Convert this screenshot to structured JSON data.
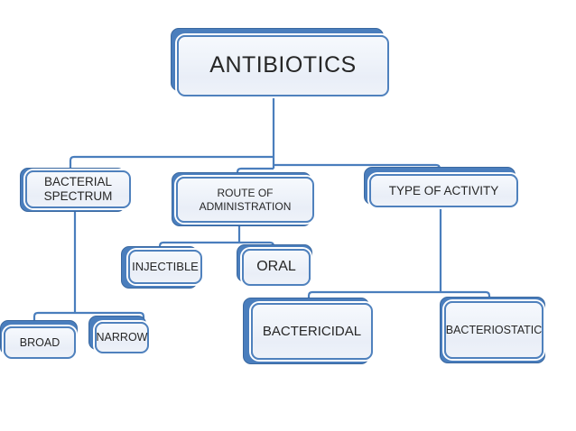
{
  "diagram": {
    "type": "hierarchy-flowchart",
    "title": "ANTIBIOTICS",
    "colors": {
      "accent": "#4a7ebd",
      "accent_dark": "#3a68a0",
      "node_fill": "#eef2f9",
      "node_ring": "#ffffff",
      "text": "#262626",
      "background": "#ffffff"
    },
    "nodes": {
      "antibiotics": {
        "label": "ANTIBIOTICS"
      },
      "bacterial_spectrum": {
        "label": "BACTERIAL SPECTRUM"
      },
      "route_of_administration": {
        "label": "ROUTE OF ADMINISTRATION"
      },
      "type_of_activity": {
        "label": "TYPE OF ACTIVITY"
      },
      "injectible": {
        "label": "INJECTIBLE"
      },
      "oral": {
        "label": "ORAL"
      },
      "broad": {
        "label": "BROAD"
      },
      "narrow": {
        "label": "NARROW"
      },
      "bactericidal": {
        "label": "BACTERICIDAL"
      },
      "bacteriostatic": {
        "label": "BACTERIOSTATIC"
      }
    },
    "edges": [
      {
        "from": "ANTIBIOTICS",
        "to": "BACTERIAL SPECTRUM"
      },
      {
        "from": "ANTIBIOTICS",
        "to": "ROUTE OF ADMINISTRATION"
      },
      {
        "from": "ANTIBIOTICS",
        "to": "TYPE OF ACTIVITY"
      },
      {
        "from": "BACTERIAL SPECTRUM",
        "to": "BROAD"
      },
      {
        "from": "BACTERIAL SPECTRUM",
        "to": "NARROW"
      },
      {
        "from": "ROUTE OF ADMINISTRATION",
        "to": "INJECTIBLE"
      },
      {
        "from": "ROUTE OF ADMINISTRATION",
        "to": "ORAL"
      },
      {
        "from": "TYPE OF ACTIVITY",
        "to": "BACTERICIDAL"
      },
      {
        "from": "TYPE OF ACTIVITY",
        "to": "BACTERIOSTATIC"
      }
    ]
  }
}
